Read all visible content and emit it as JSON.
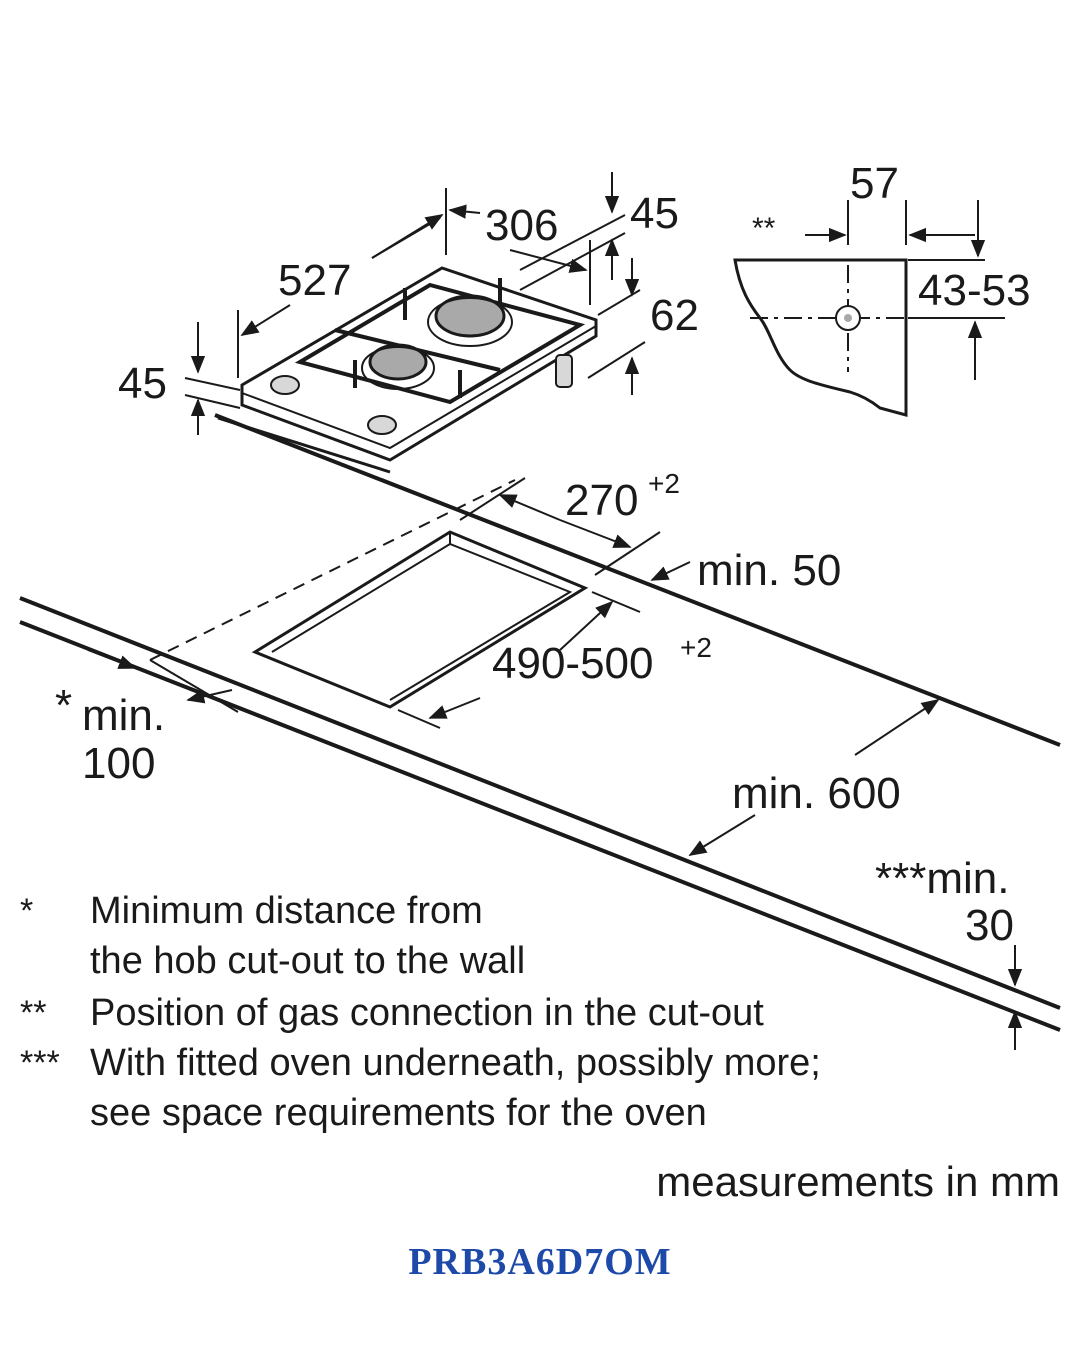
{
  "dims": {
    "d306": "306",
    "d45_top": "45",
    "d527": "527",
    "d62": "62",
    "d45_left": "45",
    "d57": "57",
    "d43_53": "43-53",
    "gas_marker": "**",
    "d270": "270",
    "d270_tol": "+2",
    "min50": "min. 50",
    "d490": "490-500",
    "d490_tol": "+2",
    "min100_mark": "*",
    "min100_a": "min.",
    "min100_b": "100",
    "min600": "min. 600",
    "min30_a": "***min.",
    "min30_b": "30"
  },
  "legend": [
    {
      "mark": "*",
      "lines": [
        "Minimum distance from",
        "the hob cut-out to the wall"
      ]
    },
    {
      "mark": "**",
      "lines": [
        "Position of gas connection in the cut-out"
      ]
    },
    {
      "mark": "***",
      "lines": [
        "With fitted oven underneath, possibly more;",
        "see space requirements for the oven"
      ]
    }
  ],
  "units": "measurements in mm",
  "model": "PRB3A6D7OM",
  "colors": {
    "ink": "#1a1a1a",
    "model": "#1d4aa8",
    "burner": "#a9a9a9"
  }
}
